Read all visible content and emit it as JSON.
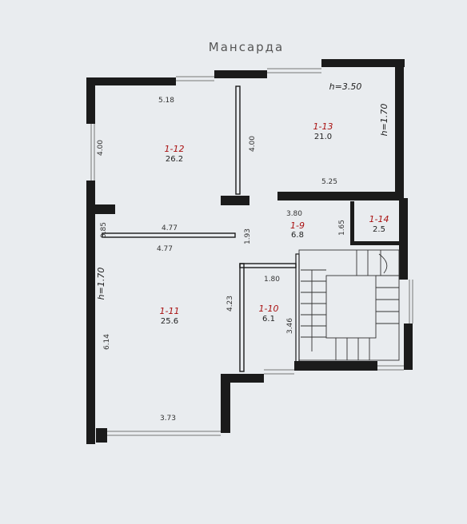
{
  "title": "Мансарда",
  "heights": {
    "h_top": "h=3.50",
    "h_right": "h=1.70",
    "h_left": "h=1.70"
  },
  "rooms": [
    {
      "id": "1-12",
      "area": "26.2",
      "dims": [
        "5.18",
        "4.00",
        "4.77",
        "0.85"
      ]
    },
    {
      "id": "1-13",
      "area": "21.0",
      "dims": [
        "4.00",
        "5.25"
      ]
    },
    {
      "id": "1-9",
      "area": "6.8",
      "dims": [
        "3.80",
        "1.93",
        "1.65"
      ]
    },
    {
      "id": "1-14",
      "area": "2.5",
      "dims": []
    },
    {
      "id": "1-11",
      "area": "25.6",
      "dims": [
        "4.77",
        "6.14",
        "4.23",
        "3.73"
      ]
    },
    {
      "id": "1-10",
      "area": "6.1",
      "dims": [
        "1.80",
        "3.46"
      ]
    }
  ],
  "colors": {
    "wall": "#1b1b1b",
    "paper": "#eef0f2",
    "label": "#a11111"
  }
}
